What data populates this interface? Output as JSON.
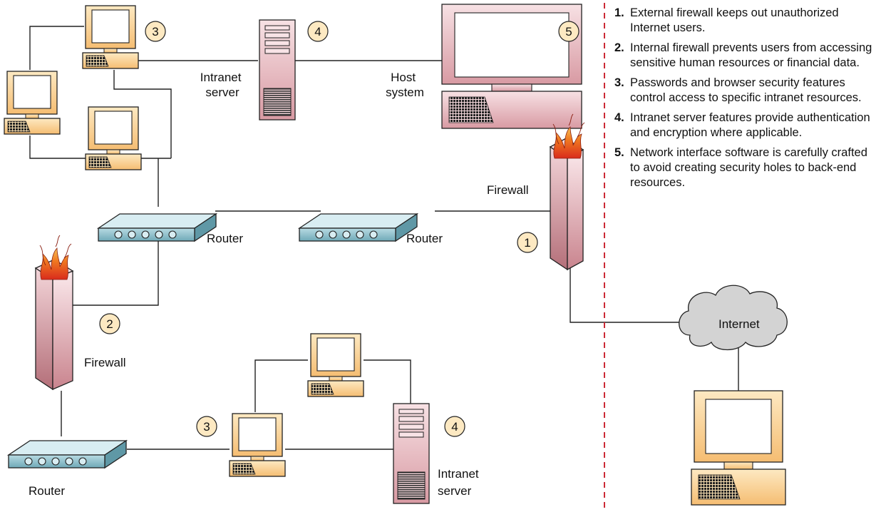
{
  "labels": {
    "intranet_server_top": [
      "Intranet",
      "server"
    ],
    "host_system": [
      "Host",
      "system"
    ],
    "router_left": "Router",
    "router_right": "Router",
    "router_bottom": "Router",
    "firewall_right": "Firewall",
    "firewall_left": "Firewall",
    "internet": "Internet",
    "intranet_server_bottom": [
      "Intranet",
      "server"
    ]
  },
  "markers": {
    "m1": "1",
    "m2": "2",
    "m3a": "3",
    "m3b": "3",
    "m4a": "4",
    "m4b": "4",
    "m5": "5"
  },
  "legend": [
    {
      "num": "1.",
      "text": "External firewall keeps out unauthorized Internet users."
    },
    {
      "num": "2.",
      "text": "Internal firewall prevents users from accessing sensitive human resources or financial data."
    },
    {
      "num": "3.",
      "text": "Passwords and browser security features control access to specific intranet resources."
    },
    {
      "num": "4.",
      "text": "Intranet server features provide authentication and encryption where applicable."
    },
    {
      "num": "5.",
      "text": "Network interface software is carefully crafted to avoid creating security holes to back-end resources."
    }
  ],
  "colors": {
    "workstation_fill": "#f9ce8c",
    "server_fill": "#f0c6cc",
    "router_fill": "#8fbfcc",
    "firewall_fill": "#e6b3b9",
    "cloud_fill": "#d3d3d3",
    "divider": "#cc2a36"
  },
  "icons": [
    "workstation-icon",
    "server-icon",
    "router-icon",
    "firewall-icon",
    "cloud-icon",
    "flame-icon"
  ]
}
